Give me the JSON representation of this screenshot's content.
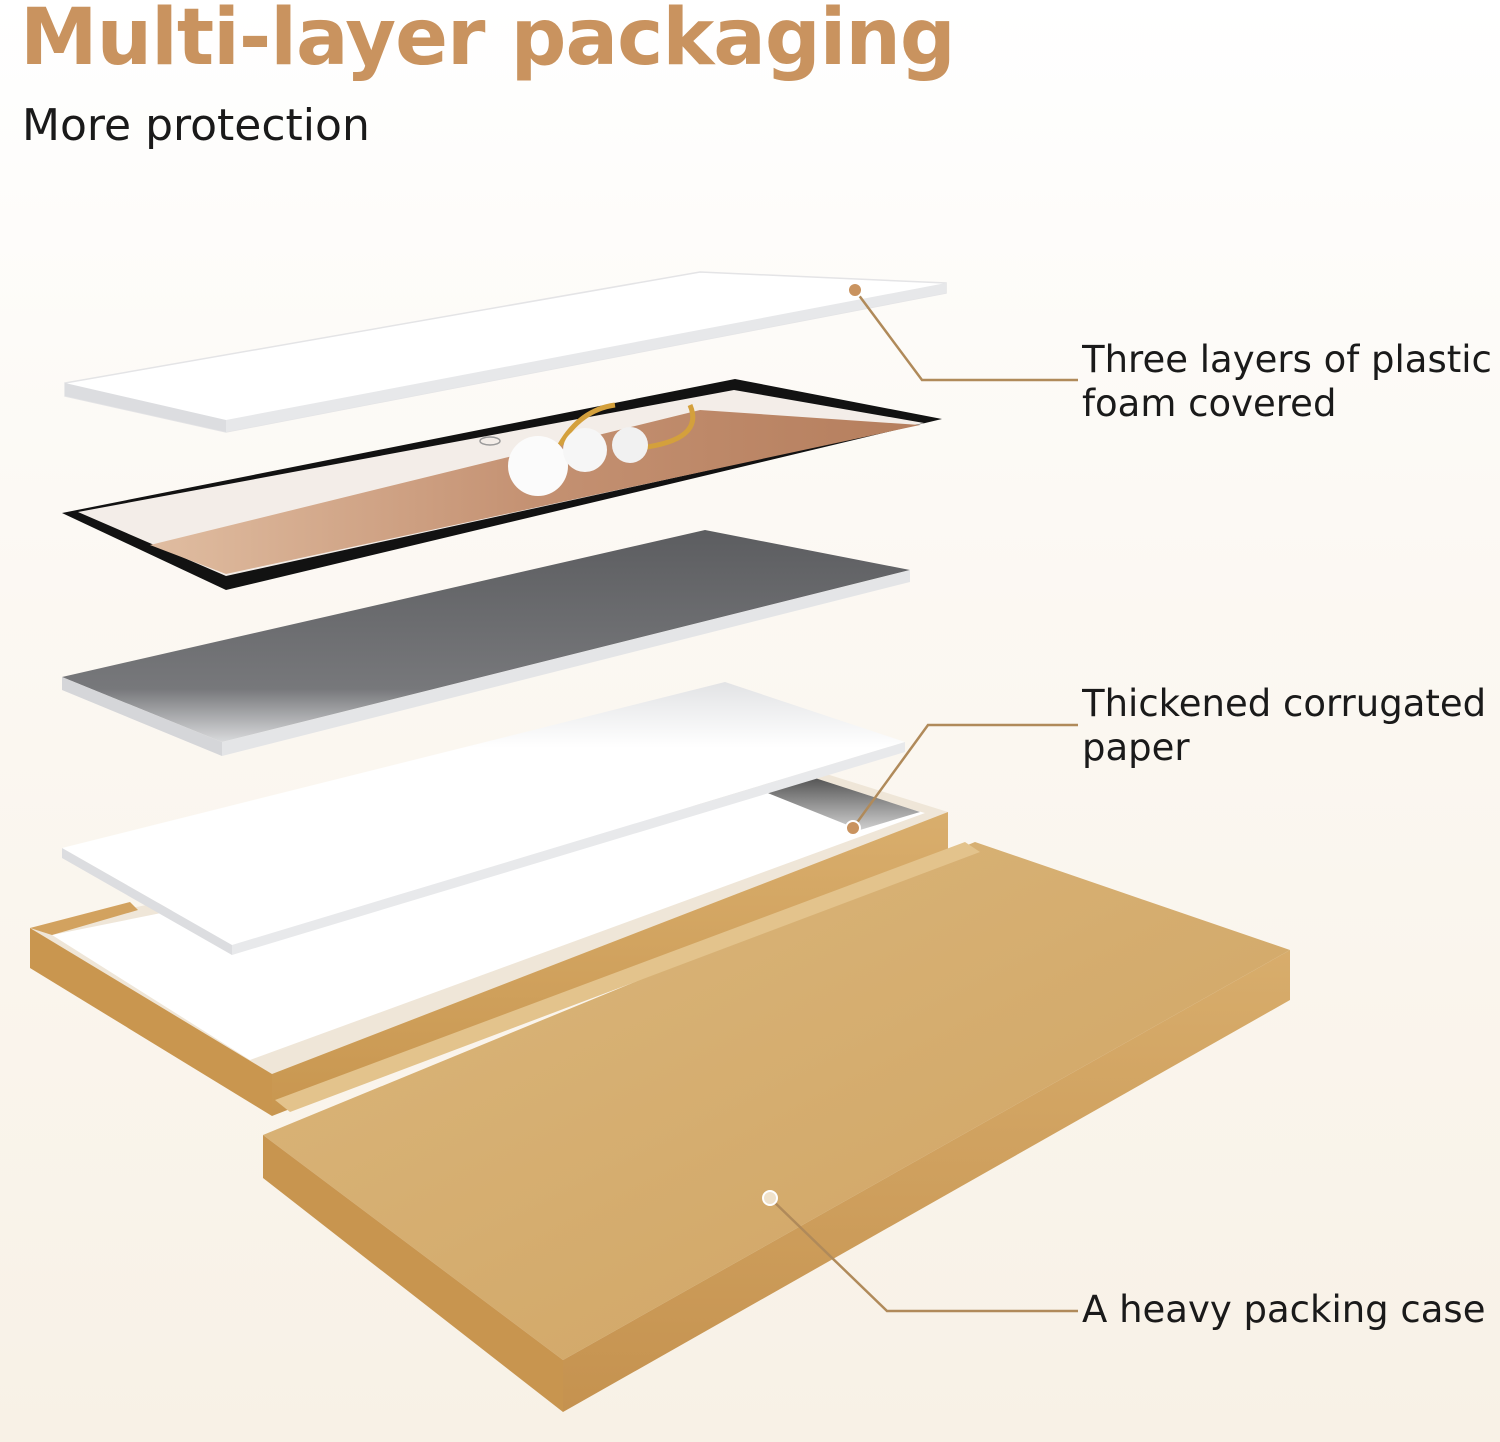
{
  "title": "Multi-layer packaging",
  "subtitle": "More protection",
  "callouts": [
    {
      "lines": [
        "Three layers of plastic",
        "foam covered"
      ]
    },
    {
      "lines": [
        "Thickened corrugated",
        "paper"
      ]
    },
    {
      "lines": [
        "A heavy packing case"
      ]
    }
  ],
  "colors": {
    "accent": "#c9935f",
    "leader": "#b08a5a",
    "cardboard": "#d7ac6c",
    "foam": "#ffffff",
    "mirror_backing": "#c08c66"
  }
}
